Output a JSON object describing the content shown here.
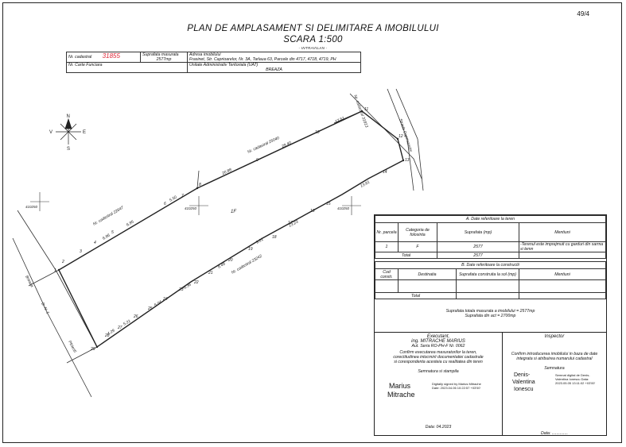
{
  "page_number": "49/4",
  "title": "PLAN DE AMPLASAMENT SI DELIMITARE A IMOBILULUI",
  "scale": "SCARA 1:500",
  "subtitle": "- INTRAVILAN -",
  "header": {
    "nr_cadastral_label": "Nr. cadastral",
    "nr_cadastral_value": "31855",
    "suprafata_label": "Suprafata masurata",
    "suprafata_value": "2577mp",
    "adresa_label": "Adresa imobilului",
    "adresa_value": "Frasinet, Str. Caprioarelor, Nr. 3A, Tarlaua 63, Parcele din 4717, 4718, 4719, PH",
    "carte_funciara_label": "Nr. Carte Funciara",
    "uat_label": "Unitate Administrativ Teritoriala (UAT)",
    "uat_value": "BREAZA"
  },
  "map": {
    "north_label": "N",
    "south_label": "S",
    "east_label": "E",
    "west_label": "V",
    "parcel_label": "1F",
    "grid_labels": [
      "410250",
      "410250",
      "410250"
    ],
    "neighbors": [
      "Nr. cadastral 31813",
      "Nr. cadastral 25040",
      "Nr. cadastral 22647",
      "Nr. cadastral 23242"
    ],
    "roads": [
      "Strada Caprioarelor",
      "D. N. 1",
      "Breaza",
      "Ploiesti"
    ],
    "segments": [
      "20.88",
      "29.40",
      "17.51",
      "13.81",
      "13.23",
      "9.21",
      "8.49",
      "6.86",
      "6.95",
      "5.50",
      "6.04",
      "6.38",
      "5.21",
      "4.29"
    ],
    "vertices": [
      "1",
      "2",
      "3",
      "4",
      "5",
      "6",
      "7",
      "8",
      "9",
      "10",
      "11",
      "12",
      "13",
      "14",
      "15",
      "16",
      "17",
      "18",
      "19",
      "20",
      "21",
      "22",
      "23",
      "24",
      "25",
      "26",
      "27",
      "28",
      "29"
    ]
  },
  "section_a": {
    "title": "A. Date referitoare la teren",
    "headers": [
      "Nr. parcela",
      "Categoria de folosinta",
      "Suprafata (mp)",
      "Mentiuni"
    ],
    "rows": [
      [
        "1",
        "F",
        "2577",
        "-Terenul este imprejmuit cu garduri din sarma si lemn"
      ]
    ],
    "total_label": "Total",
    "total_value": "2577"
  },
  "section_b": {
    "title": "B. Date referitoare la constructii",
    "headers": [
      "Cod constr.",
      "Destinatia",
      "Suprafata construita la sol (mp)",
      "Mentiuni"
    ],
    "total_label": "Total"
  },
  "totals": {
    "line1": "Suprafata totala masurata a imobilului = 2577mp",
    "line2": "Suprafata din act = 2700mp"
  },
  "executant": {
    "heading": "Executant,",
    "name": "ing. MITRACHE MARIUS",
    "authorization": "Aut. Seria RO-PH-F Nr. 0062",
    "confirm1": "Confirm executarea masuratorilor la teren,",
    "confirm2": "corectitudinea intocmirii documentatiei cadastrale",
    "confirm3": "si corespondenta acesteia cu realitatea din teren",
    "stamp_label": "Semnatura si stampila",
    "signature_name1": "Marius",
    "signature_name2": "Mitrache",
    "signature_note": "Digitally signed by Marius Mitrache Date: 2023.04.06 10:22:57 +03'00'",
    "date": "Data: 04.2023"
  },
  "inspector": {
    "heading": "Inspector",
    "confirm1": "Confirm introducerea imobilului in baza de date",
    "confirm2": "integrata si atribuirea numarului cadastral",
    "signature_label": "Semnatura",
    "signature_name1": "Denis-",
    "signature_name2": "Valentina",
    "signature_name3": "Ionescu",
    "signature_note": "Semnat digital de Denis-Valentina Ionescu Data: 2023.05.05 13:11:02 +03'00'",
    "date": "Data: .............."
  }
}
